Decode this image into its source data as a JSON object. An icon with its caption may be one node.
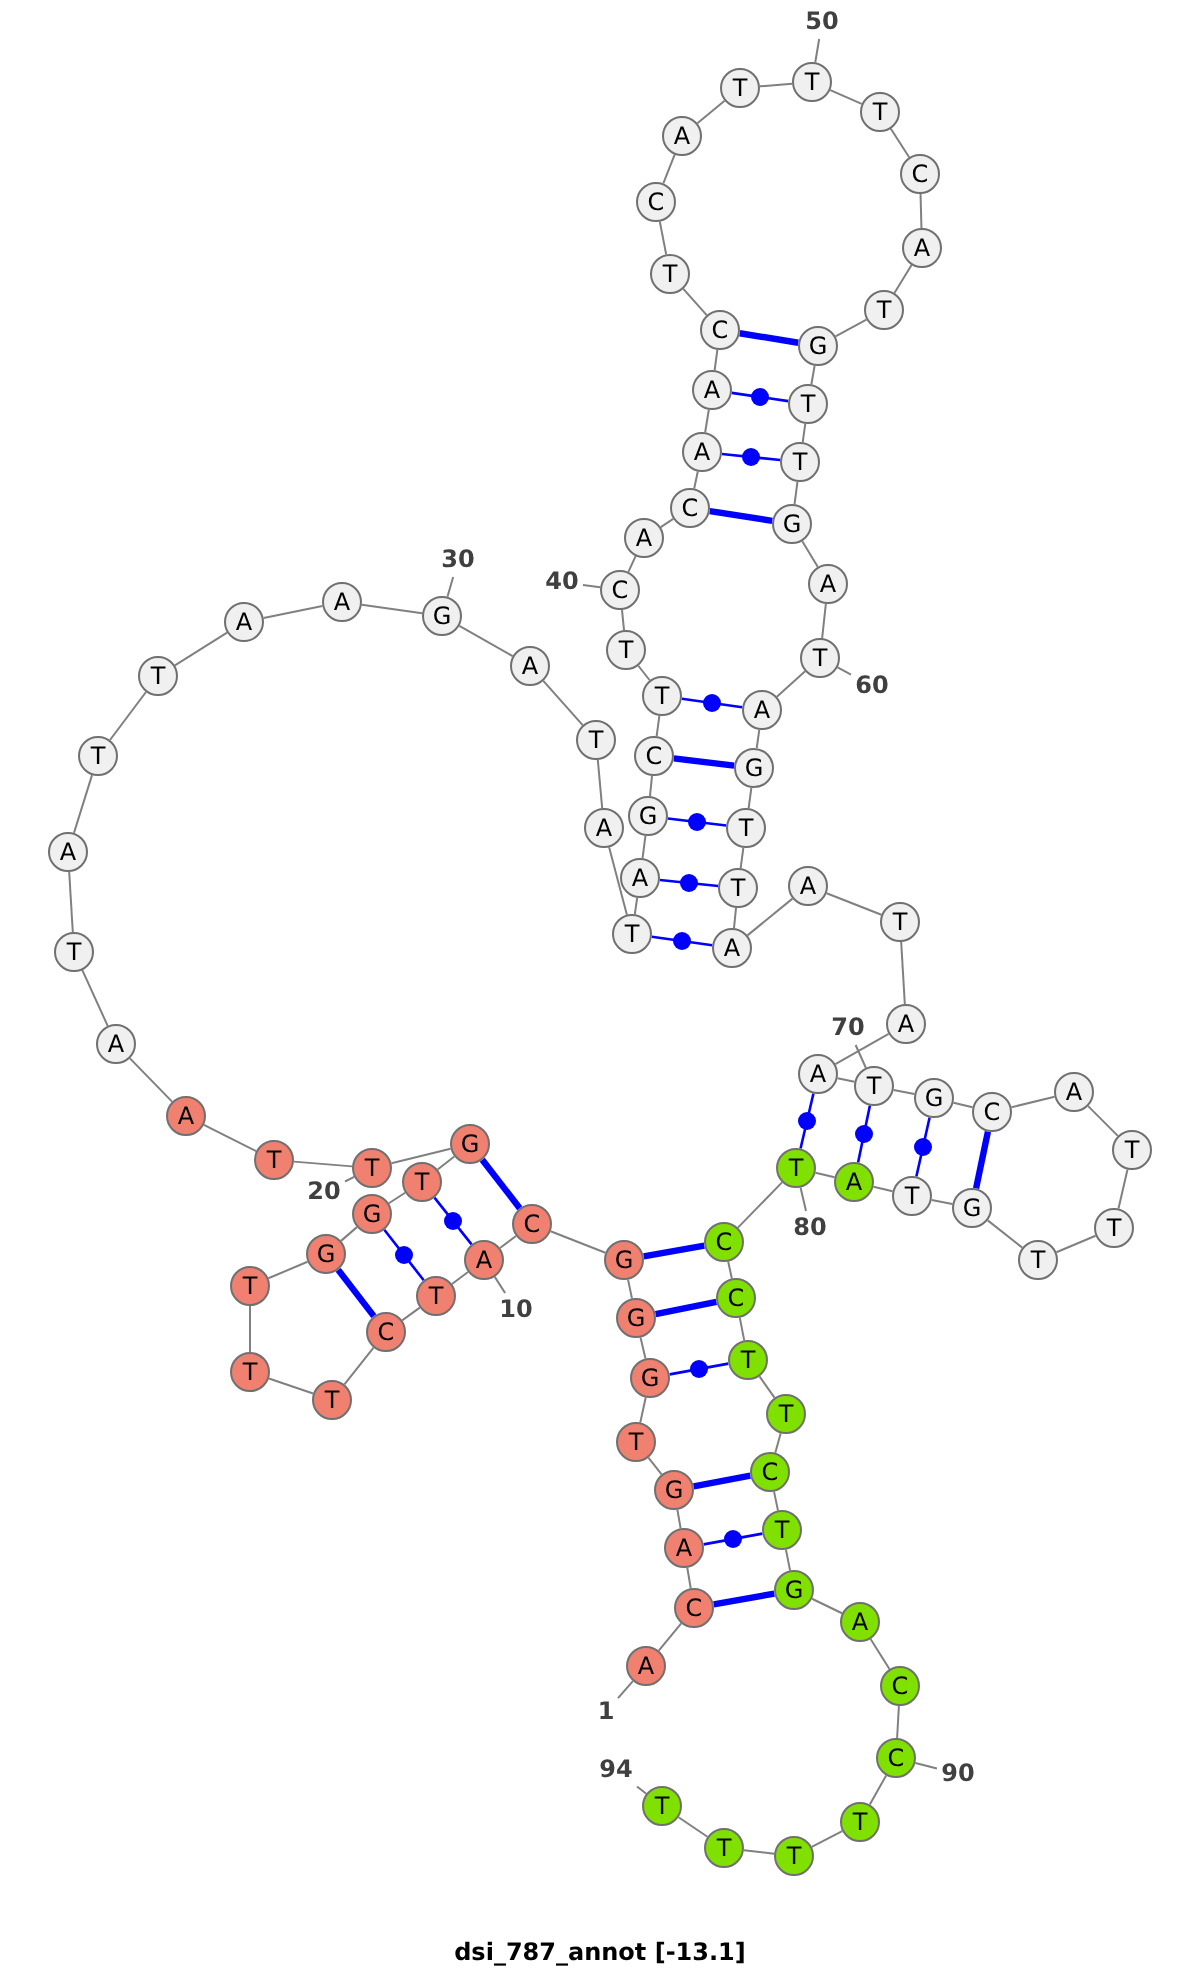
{
  "diagram": {
    "title": "dsi_787_annot [-13.1]",
    "nodes": [
      {
        "text": [
          "A"
        ]
      },
      {
        "text": [
          "C"
        ]
      },
      {
        "text": [
          "A"
        ]
      },
      {
        "text": [
          "G"
        ]
      },
      {
        "text": [
          "T"
        ]
      },
      {
        "text": [
          "G"
        ]
      },
      {
        "text": [
          "G"
        ]
      },
      {
        "text": [
          "G"
        ]
      },
      {
        "text": [
          "C"
        ]
      },
      {
        "text": [
          "A"
        ]
      },
      {
        "text": [
          "T"
        ]
      },
      {
        "text": [
          "C"
        ]
      },
      {
        "text": [
          "T"
        ]
      },
      {
        "text": [
          "T"
        ]
      },
      {
        "text": [
          "T"
        ]
      },
      {
        "text": [
          "G"
        ]
      },
      {
        "text": [
          "G"
        ]
      },
      {
        "text": [
          "T"
        ]
      },
      {
        "text": [
          "G"
        ]
      },
      {
        "text": [
          "T"
        ]
      },
      {
        "text": [
          "T"
        ]
      },
      {
        "text": [
          "A"
        ]
      },
      {
        "text": [
          "A"
        ]
      },
      {
        "text": [
          "T"
        ]
      },
      {
        "text": [
          "A"
        ]
      },
      {
        "text": [
          "T"
        ]
      },
      {
        "text": [
          "T"
        ]
      },
      {
        "text": [
          "A"
        ]
      },
      {
        "text": [
          "A"
        ]
      },
      {
        "text": [
          "G"
        ]
      },
      {
        "text": [
          "A"
        ]
      },
      {
        "text": [
          "T"
        ]
      },
      {
        "text": [
          "A"
        ]
      },
      {
        "text": [
          "T"
        ]
      },
      {
        "text": [
          "A"
        ]
      },
      {
        "text": [
          "G"
        ]
      },
      {
        "text": [
          "C"
        ]
      },
      {
        "text": [
          "T"
        ]
      },
      {
        "text": [
          "T"
        ]
      },
      {
        "text": [
          "C"
        ]
      },
      {
        "text": [
          "A"
        ]
      },
      {
        "text": [
          "C"
        ]
      },
      {
        "text": [
          "A"
        ]
      },
      {
        "text": [
          "A"
        ]
      },
      {
        "text": [
          "C"
        ]
      },
      {
        "text": [
          "T"
        ]
      },
      {
        "text": [
          "C"
        ]
      },
      {
        "text": [
          "A"
        ]
      },
      {
        "text": [
          "T"
        ]
      },
      {
        "text": [
          "T"
        ]
      },
      {
        "text": [
          "T"
        ]
      },
      {
        "text": [
          "C"
        ]
      },
      {
        "text": [
          "A"
        ]
      },
      {
        "text": [
          "T"
        ]
      },
      {
        "text": [
          "G"
        ]
      },
      {
        "text": [
          "T"
        ]
      },
      {
        "text": [
          "T"
        ]
      },
      {
        "text": [
          "G"
        ]
      },
      {
        "text": [
          "A"
        ]
      },
      {
        "text": [
          "T"
        ]
      },
      {
        "text": [
          "A"
        ]
      },
      {
        "text": [
          "G"
        ]
      },
      {
        "text": [
          "T"
        ]
      },
      {
        "text": [
          "T"
        ]
      },
      {
        "text": [
          "A"
        ]
      },
      {
        "text": [
          "A"
        ]
      },
      {
        "text": [
          "T"
        ]
      },
      {
        "text": [
          "A"
        ]
      },
      {
        "text": [
          "A"
        ]
      },
      {
        "text": [
          "T"
        ]
      },
      {
        "text": [
          "G"
        ]
      },
      {
        "text": [
          "C"
        ]
      },
      {
        "text": [
          "A"
        ]
      },
      {
        "text": [
          "T"
        ]
      },
      {
        "text": [
          "T"
        ]
      },
      {
        "text": [
          "T"
        ]
      },
      {
        "text": [
          "G"
        ]
      },
      {
        "text": [
          "T"
        ]
      },
      {
        "text": [
          "A"
        ]
      },
      {
        "text": [
          "T"
        ]
      },
      {
        "text": [
          "C"
        ]
      },
      {
        "text": [
          "C"
        ]
      },
      {
        "text": [
          "T"
        ]
      },
      {
        "text": [
          "T"
        ]
      },
      {
        "text": [
          "C"
        ]
      },
      {
        "text": [
          "T"
        ]
      },
      {
        "text": [
          "G"
        ]
      },
      {
        "text": [
          "A"
        ]
      },
      {
        "text": [
          "C"
        ]
      },
      {
        "text": [
          "C"
        ]
      },
      {
        "text": [
          "T"
        ]
      },
      {
        "text": [
          "T"
        ]
      },
      {
        "text": [
          "T"
        ]
      },
      {
        "text": [
          "T"
        ]
      },
      {
        "text": [
          "1"
        ]
      },
      {
        "text": [
          "10"
        ]
      },
      {
        "text": [
          "20"
        ]
      },
      {
        "text": [
          "30"
        ]
      },
      {
        "text": [
          "40"
        ]
      },
      {
        "text": [
          "50"
        ]
      },
      {
        "text": [
          "60"
        ]
      },
      {
        "text": [
          "70"
        ]
      },
      {
        "text": [
          "80"
        ]
      },
      {
        "text": [
          "90"
        ]
      },
      {
        "text": [
          "94"
        ]
      }
    ],
    "edges": [
      {
        "from": 0,
        "to": 1,
        "arrow": "none"
      },
      {
        "from": 1,
        "to": 2,
        "arrow": "none"
      },
      {
        "from": 2,
        "to": 3,
        "arrow": "none"
      },
      {
        "from": 3,
        "to": 4,
        "arrow": "none"
      },
      {
        "from": 4,
        "to": 5,
        "arrow": "none"
      },
      {
        "from": 5,
        "to": 6,
        "arrow": "none"
      },
      {
        "from": 6,
        "to": 7,
        "arrow": "none"
      },
      {
        "from": 7,
        "to": 8,
        "arrow": "none"
      },
      {
        "from": 8,
        "to": 9,
        "arrow": "none"
      },
      {
        "from": 9,
        "to": 10,
        "arrow": "none"
      },
      {
        "from": 10,
        "to": 11,
        "arrow": "none"
      },
      {
        "from": 11,
        "to": 12,
        "arrow": "none"
      },
      {
        "from": 12,
        "to": 13,
        "arrow": "none"
      },
      {
        "from": 13,
        "to": 14,
        "arrow": "none"
      },
      {
        "from": 14,
        "to": 15,
        "arrow": "none"
      },
      {
        "from": 15,
        "to": 16,
        "arrow": "none"
      },
      {
        "from": 16,
        "to": 17,
        "arrow": "none"
      },
      {
        "from": 17,
        "to": 18,
        "arrow": "none"
      },
      {
        "from": 18,
        "to": 19,
        "arrow": "none"
      },
      {
        "from": 19,
        "to": 20,
        "arrow": "none"
      },
      {
        "from": 20,
        "to": 21,
        "arrow": "none"
      },
      {
        "from": 21,
        "to": 22,
        "arrow": "none"
      },
      {
        "from": 22,
        "to": 23,
        "arrow": "none"
      },
      {
        "from": 23,
        "to": 24,
        "arrow": "none"
      },
      {
        "from": 24,
        "to": 25,
        "arrow": "none"
      },
      {
        "from": 25,
        "to": 26,
        "arrow": "none"
      },
      {
        "from": 26,
        "to": 27,
        "arrow": "none"
      },
      {
        "from": 27,
        "to": 28,
        "arrow": "none"
      },
      {
        "from": 28,
        "to": 29,
        "arrow": "none"
      },
      {
        "from": 29,
        "to": 30,
        "arrow": "none"
      },
      {
        "from": 30,
        "to": 31,
        "arrow": "none"
      },
      {
        "from": 31,
        "to": 32,
        "arrow": "none"
      },
      {
        "from": 32,
        "to": 33,
        "arrow": "none"
      },
      {
        "from": 33,
        "to": 34,
        "arrow": "none"
      },
      {
        "from": 34,
        "to": 35,
        "arrow": "none"
      },
      {
        "from": 35,
        "to": 36,
        "arrow": "none"
      },
      {
        "from": 36,
        "to": 37,
        "arrow": "none"
      },
      {
        "from": 37,
        "to": 38,
        "arrow": "none"
      },
      {
        "from": 38,
        "to": 39,
        "arrow": "none"
      },
      {
        "from": 39,
        "to": 40,
        "arrow": "none"
      },
      {
        "from": 40,
        "to": 41,
        "arrow": "none"
      },
      {
        "from": 41,
        "to": 42,
        "arrow": "none"
      },
      {
        "from": 42,
        "to": 43,
        "arrow": "none"
      },
      {
        "from": 43,
        "to": 44,
        "arrow": "none"
      },
      {
        "from": 44,
        "to": 45,
        "arrow": "none"
      },
      {
        "from": 45,
        "to": 46,
        "arrow": "none"
      },
      {
        "from": 46,
        "to": 47,
        "arrow": "none"
      },
      {
        "from": 47,
        "to": 48,
        "arrow": "none"
      },
      {
        "from": 48,
        "to": 49,
        "arrow": "none"
      },
      {
        "from": 49,
        "to": 50,
        "arrow": "none"
      },
      {
        "from": 50,
        "to": 51,
        "arrow": "none"
      },
      {
        "from": 51,
        "to": 52,
        "arrow": "none"
      },
      {
        "from": 52,
        "to": 53,
        "arrow": "none"
      },
      {
        "from": 53,
        "to": 54,
        "arrow": "none"
      },
      {
        "from": 54,
        "to": 55,
        "arrow": "none"
      },
      {
        "from": 55,
        "to": 56,
        "arrow": "none"
      },
      {
        "from": 56,
        "to": 57,
        "arrow": "none"
      },
      {
        "from": 57,
        "to": 58,
        "arrow": "none"
      },
      {
        "from": 58,
        "to": 59,
        "arrow": "none"
      },
      {
        "from": 59,
        "to": 60,
        "arrow": "none"
      },
      {
        "from": 60,
        "to": 61,
        "arrow": "none"
      },
      {
        "from": 61,
        "to": 62,
        "arrow": "none"
      },
      {
        "from": 62,
        "to": 63,
        "arrow": "none"
      },
      {
        "from": 63,
        "to": 64,
        "arrow": "none"
      },
      {
        "from": 64,
        "to": 65,
        "arrow": "none"
      },
      {
        "from": 65,
        "to": 66,
        "arrow": "none"
      },
      {
        "from": 66,
        "to": 67,
        "arrow": "none"
      },
      {
        "from": 67,
        "to": 68,
        "arrow": "none"
      },
      {
        "from": 68,
        "to": 69,
        "arrow": "none"
      },
      {
        "from": 69,
        "to": 70,
        "arrow": "none"
      },
      {
        "from": 70,
        "to": 71,
        "arrow": "none"
      },
      {
        "from": 71,
        "to": 72,
        "arrow": "none"
      },
      {
        "from": 72,
        "to": 73,
        "arrow": "none"
      },
      {
        "from": 73,
        "to": 74,
        "arrow": "none"
      },
      {
        "from": 74,
        "to": 75,
        "arrow": "none"
      },
      {
        "from": 75,
        "to": 76,
        "arrow": "none"
      },
      {
        "from": 76,
        "to": 77,
        "arrow": "none"
      },
      {
        "from": 77,
        "to": 78,
        "arrow": "none"
      },
      {
        "from": 78,
        "to": 79,
        "arrow": "none"
      },
      {
        "from": 79,
        "to": 80,
        "arrow": "none"
      },
      {
        "from": 80,
        "to": 81,
        "arrow": "none"
      },
      {
        "from": 81,
        "to": 82,
        "arrow": "none"
      },
      {
        "from": 82,
        "to": 83,
        "arrow": "none"
      },
      {
        "from": 83,
        "to": 84,
        "arrow": "none"
      },
      {
        "from": 84,
        "to": 85,
        "arrow": "none"
      },
      {
        "from": 85,
        "to": 86,
        "arrow": "none"
      },
      {
        "from": 86,
        "to": 87,
        "arrow": "none"
      },
      {
        "from": 87,
        "to": 88,
        "arrow": "none"
      },
      {
        "from": 88,
        "to": 89,
        "arrow": "none"
      },
      {
        "from": 89,
        "to": 90,
        "arrow": "none"
      },
      {
        "from": 90,
        "to": 91,
        "arrow": "none"
      },
      {
        "from": 91,
        "to": 92,
        "arrow": "none"
      },
      {
        "from": 92,
        "to": 93,
        "arrow": "none"
      },
      {
        "from": 1,
        "to": 86,
        "arrow": "none",
        "style": "thick",
        "color": "#0000ff"
      },
      {
        "from": 2,
        "to": 85,
        "arrow": "none",
        "color": "#0000ff"
      },
      {
        "from": 3,
        "to": 84,
        "arrow": "none",
        "style": "thick",
        "color": "#0000ff"
      },
      {
        "from": 5,
        "to": 82,
        "arrow": "none",
        "color": "#0000ff"
      },
      {
        "from": 6,
        "to": 81,
        "arrow": "none",
        "style": "thick",
        "color": "#0000ff"
      },
      {
        "from": 7,
        "to": 80,
        "arrow": "none",
        "style": "thick",
        "color": "#0000ff"
      },
      {
        "from": 8,
        "to": 18,
        "arrow": "none",
        "style": "thick",
        "color": "#0000ff"
      },
      {
        "from": 9,
        "to": 17,
        "arrow": "none",
        "color": "#0000ff"
      },
      {
        "from": 10,
        "to": 16,
        "arrow": "none",
        "color": "#0000ff"
      },
      {
        "from": 11,
        "to": 15,
        "arrow": "none",
        "style": "thick",
        "color": "#0000ff"
      },
      {
        "from": 33,
        "to": 64,
        "arrow": "none",
        "color": "#0000ff"
      },
      {
        "from": 34,
        "to": 63,
        "arrow": "none",
        "color": "#0000ff"
      },
      {
        "from": 35,
        "to": 62,
        "arrow": "none",
        "color": "#0000ff"
      },
      {
        "from": 36,
        "to": 61,
        "arrow": "none",
        "style": "thick",
        "color": "#0000ff"
      },
      {
        "from": 37,
        "to": 60,
        "arrow": "none",
        "color": "#0000ff"
      },
      {
        "from": 41,
        "to": 57,
        "arrow": "none",
        "style": "thick",
        "color": "#0000ff"
      },
      {
        "from": 42,
        "to": 56,
        "arrow": "none",
        "color": "#0000ff"
      },
      {
        "from": 43,
        "to": 55,
        "arrow": "none",
        "color": "#0000ff"
      },
      {
        "from": 44,
        "to": 54,
        "arrow": "none",
        "style": "thick",
        "color": "#0000ff"
      },
      {
        "from": 68,
        "to": 79,
        "arrow": "none",
        "color": "#0000ff"
      },
      {
        "from": 69,
        "to": 78,
        "arrow": "none",
        "color": "#0000ff"
      },
      {
        "from": 70,
        "to": 77,
        "arrow": "none",
        "color": "#0000ff"
      },
      {
        "from": 71,
        "to": 76,
        "arrow": "none",
        "style": "thick",
        "color": "#0000ff"
      },
      {
        "from": 94,
        "to": 0,
        "arrow": "none"
      },
      {
        "from": 95,
        "to": 9,
        "arrow": "none"
      },
      {
        "from": 96,
        "to": 19,
        "arrow": "none"
      },
      {
        "from": 97,
        "to": 29,
        "arrow": "none"
      },
      {
        "from": 98,
        "to": 39,
        "arrow": "none"
      },
      {
        "from": 99,
        "to": 49,
        "arrow": "none"
      },
      {
        "from": 100,
        "to": 59,
        "arrow": "none"
      },
      {
        "from": 101,
        "to": 69,
        "arrow": "none"
      },
      {
        "from": 102,
        "to": 79,
        "arrow": "none"
      },
      {
        "from": 103,
        "to": 89,
        "arrow": "none"
      },
      {
        "from": 104,
        "to": 93,
        "arrow": "none"
      }
    ]
  }
}
